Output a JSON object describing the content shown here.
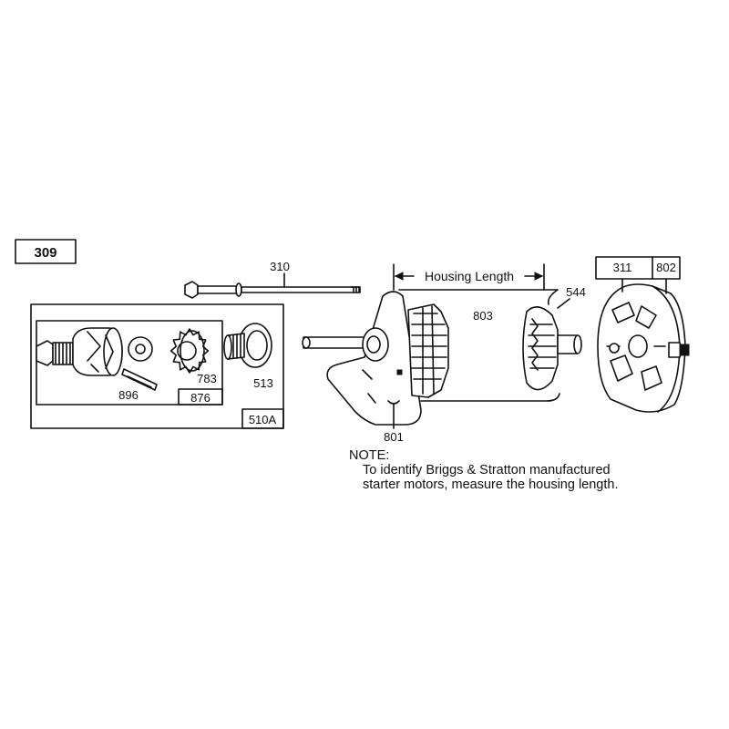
{
  "figure_number": "309",
  "parts": {
    "p310": "310",
    "p510a": "510A",
    "p876": "876",
    "p896": "896",
    "p783": "783",
    "p513": "513",
    "p801": "801",
    "p803": "803",
    "p544": "544",
    "p311": "311",
    "p802": "802"
  },
  "dimension_label": "Housing Length",
  "note": {
    "heading": "NOTE:",
    "line1": "To identify Briggs & Stratton manufactured",
    "line2": "starter motors, measure the housing length."
  }
}
